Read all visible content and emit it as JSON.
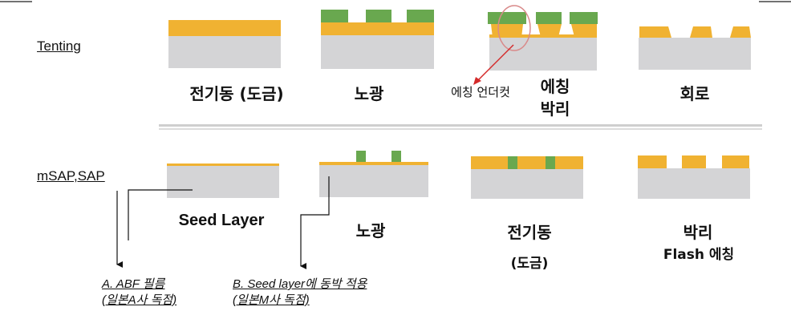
{
  "colors": {
    "substrate": "#d4d4d6",
    "copper": "#f0b232",
    "resist": "#69a84f",
    "arrow_red": "#d42a2a",
    "divider": "#c8c8c8"
  },
  "tenting": {
    "row_label": "Tenting",
    "steps": [
      "전기동 (도금)",
      "노광",
      "에칭",
      "박리",
      "회로"
    ],
    "callout": "에칭 언더컷"
  },
  "msap": {
    "row_label": "mSAP,SAP",
    "steps": [
      "Seed Layer",
      "노광",
      "전기동",
      "(도금)",
      "박리",
      "Flash 에칭"
    ]
  },
  "footnotes": {
    "a_line1": "A. ABF 필름",
    "a_line2": "(일본A사 독점)",
    "b_line1": "B. Seed layer에 동박 적용",
    "b_line2": "(일본M사 독점)"
  }
}
